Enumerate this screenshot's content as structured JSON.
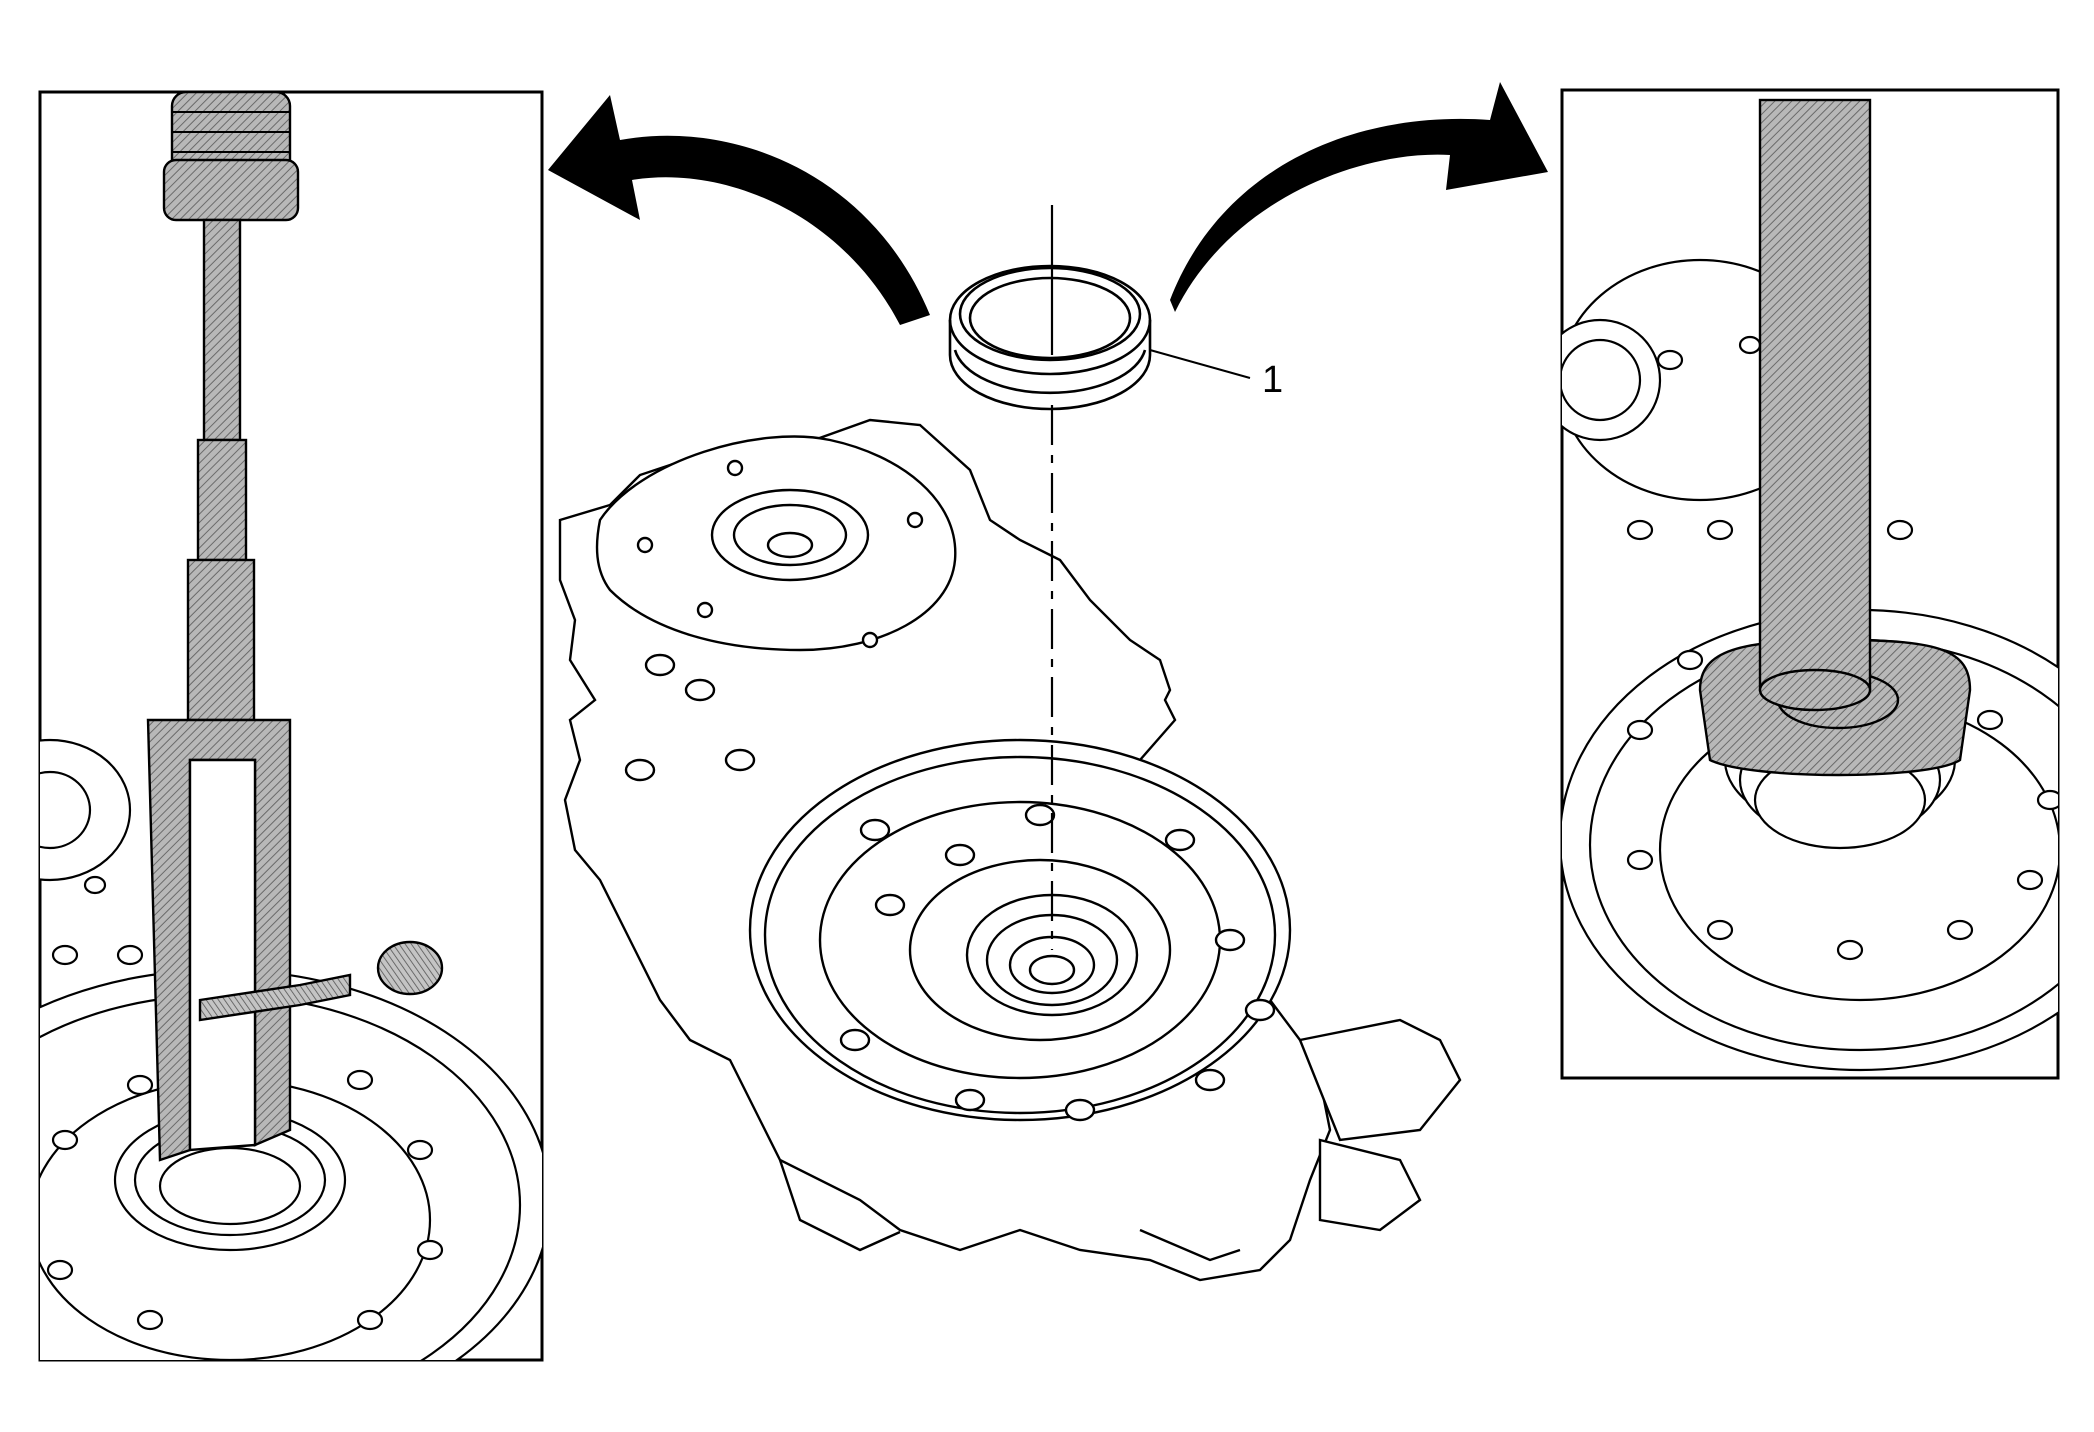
{
  "callouts": [
    {
      "label": "1",
      "target": "seal-ring"
    }
  ],
  "colors": {
    "line": "#000000",
    "hatch": "#9a9a9a",
    "background": "#ffffff"
  },
  "panels": {
    "left": {
      "depicts": "seal-remover-tool-in-bore"
    },
    "right": {
      "depicts": "seal-installer-tool-in-bore"
    }
  }
}
